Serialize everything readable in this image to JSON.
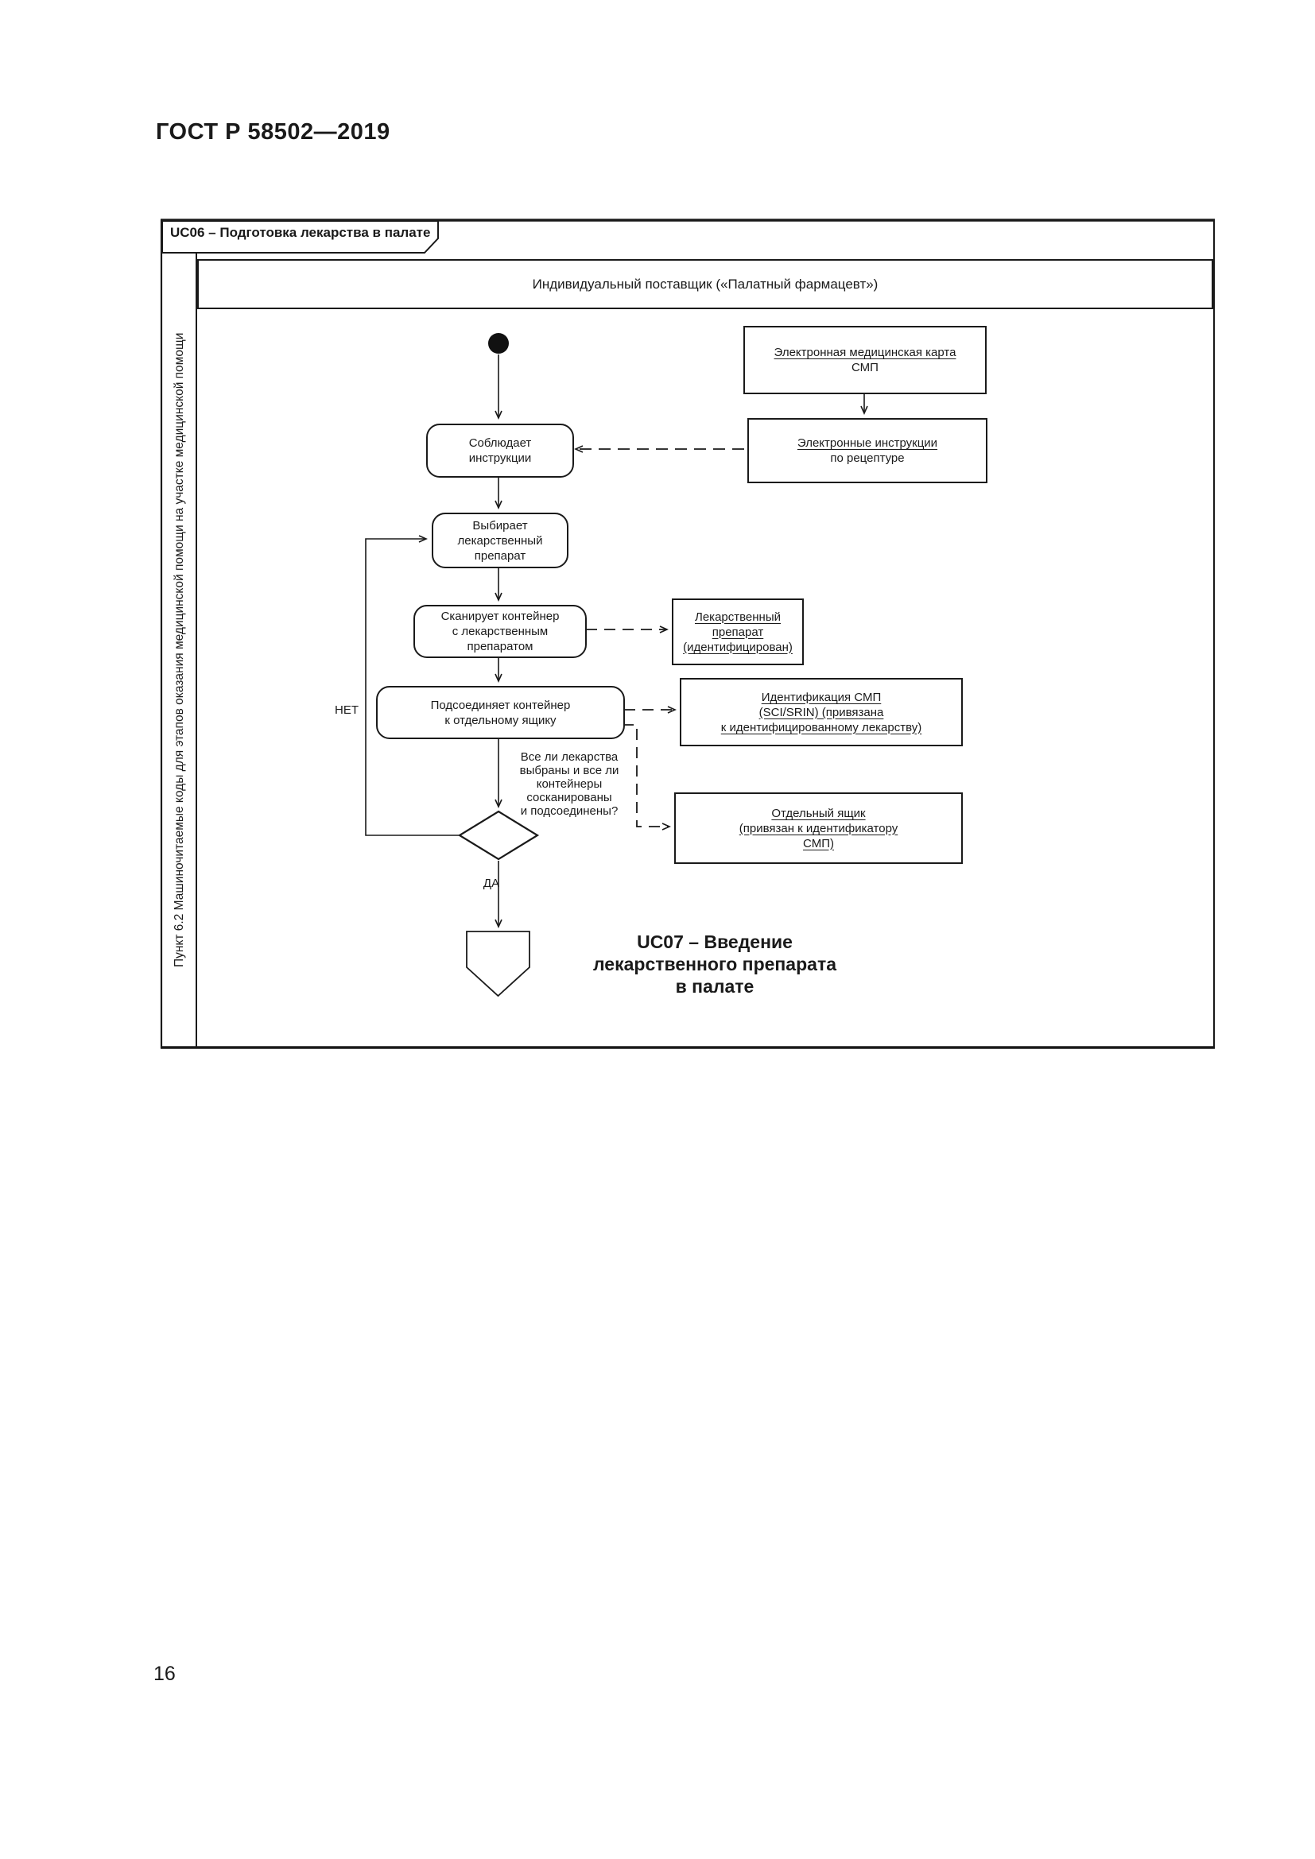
{
  "colors": {
    "ink": "#1a1a1a",
    "paper": "#ffffff"
  },
  "document": {
    "standard_number": "ГОСТ Р 58502—2019",
    "page_number": "16"
  },
  "frame": {
    "tab_title": "UC06 – Подготовка лекарства в палате",
    "sidebar_caption": "Пункт 6.2 Машиночитаемые коды для этапов оказания медицинской помощи на участке медицинской помощи",
    "lane_title": "Индивидуальный поставщик («Палатный фармацевт»)"
  },
  "activities": {
    "follow_instructions": {
      "lines": [
        "Соблюдает",
        "инструкции"
      ]
    },
    "select_drug": {
      "lines": [
        "Выбирает",
        "лекарственный",
        "препарат"
      ]
    },
    "scan_container": {
      "lines": [
        "Сканирует контейнер",
        "с лекарственным",
        "препаратом"
      ]
    },
    "attach_container": {
      "lines": [
        "Подсоединяет контейнер",
        "к отдельному ящику"
      ]
    }
  },
  "objects": {
    "emr": {
      "lines": [
        "Электронная медицинская карта",
        "СМП"
      ]
    },
    "e_instructions": {
      "lines": [
        "Электронные инструкции",
        "по рецептуре"
      ]
    },
    "drug_identified": {
      "lines": [
        "Лекарственный",
        "препарат",
        "(идентифицирован)"
      ]
    },
    "smp_identification": {
      "lines": [
        "Идентификация СМП",
        "(SCI/SRIN) (привязана",
        "к идентифицированному лекарству)"
      ]
    },
    "separate_box": {
      "lines": [
        "Отдельный ящик",
        "(привязан к идентификатору",
        "СМП)"
      ]
    }
  },
  "decision": {
    "question": {
      "lines": [
        "Все ли лекарства",
        "выбраны и все ли",
        "контейнеры",
        "сосканированы",
        "и подсоединены?"
      ]
    },
    "no_label": "НЕТ",
    "yes_label": "ДА"
  },
  "exit": {
    "caption": {
      "lines": [
        "UC07 – Введение",
        "лекарственного препарата",
        "в палате"
      ]
    }
  }
}
